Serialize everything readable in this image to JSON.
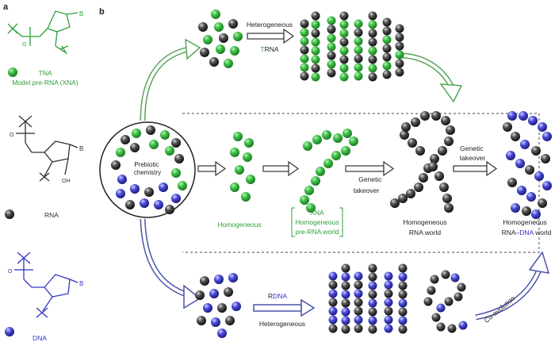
{
  "panels": {
    "a": "a",
    "b": "b"
  },
  "panel_a": {
    "tna": {
      "atom_label": "B",
      "legend_label": "TNA",
      "legend_sub": "Model pre-RNA (XNA)"
    },
    "rna": {
      "atom_label": "B",
      "oh": "OH",
      "o_minus": "O",
      "legend_label": "RNA"
    },
    "dna": {
      "atom_label": "B",
      "legend_label": "DNA"
    }
  },
  "panel_b": {
    "prebiotic": "Prebiotic chemistry",
    "heterogeneous_top": "Heterogeneous",
    "trna_prefix": "T",
    "trna_suffix": "RNA",
    "homogeneous_mid": "Homogeneous",
    "xna_line1": "XNA",
    "xna_line2": "Homogeneous",
    "xna_line3": "pre-RNA world",
    "genetic_takeover_1": "Genetic takeover",
    "rna_world_1": "Homogeneous",
    "rna_world_2": "RNA world",
    "genetic_takeover_2": "Genetic takeover",
    "dna_world_1": "Homogeneous",
    "dna_world_rna": "RNA–",
    "dna_world_dna": "DNA",
    "dna_world_suffix": " world",
    "rdna_prefix": "R",
    "rdna_suffix": "DNA",
    "heterogeneous_bottom": "Heterogeneous",
    "coevolution": "Co-evolution"
  },
  "colors": {
    "green": "#3cbf45",
    "green_dark": "#1e8a2a",
    "black_ball": "#333333",
    "blue": "#4a4ad8",
    "blue_dark": "#2a2a9a",
    "arrow_green": "#5aa45a",
    "arrow_blue": "#4a55a8",
    "text_green": "#2ea03a",
    "text_blue": "#3535c8"
  }
}
